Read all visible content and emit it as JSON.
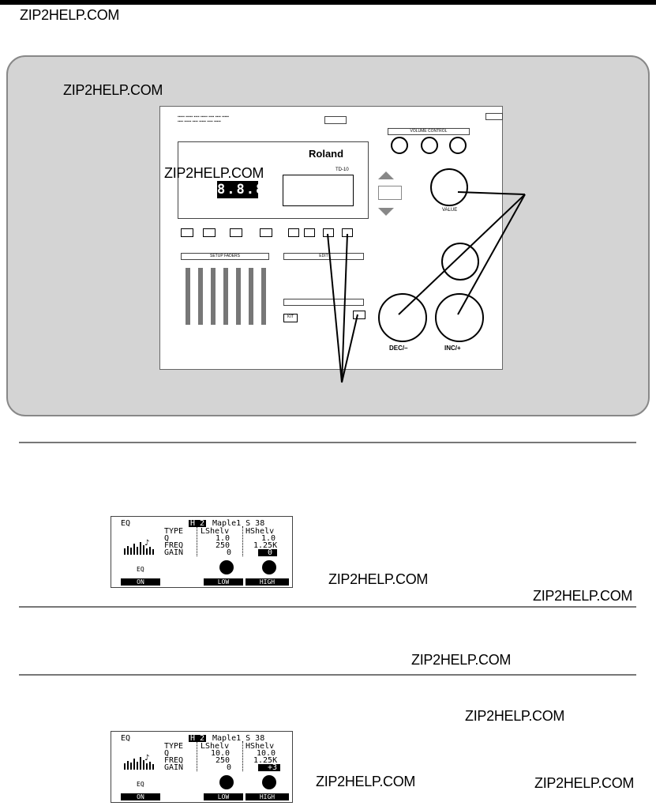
{
  "watermark": "ZIP2HELP.COM",
  "device": {
    "brand": "Roland",
    "model": "TD-10",
    "led_display": "8.8.8",
    "volume_section_label": "VOLUME CONTROL",
    "value_label": "VALUE",
    "dec_label": "DEC/–",
    "inc_label": "INC/+",
    "faders_label": "SETUP FADERS",
    "edit_label": "EDIT",
    "kit_label": "KIT"
  },
  "lcd_screens": [
    {
      "title": "EQ",
      "kit_no": "H 2",
      "kit_name": "Maple1 S 38",
      "rows": [
        {
          "label": "TYPE",
          "low": "LShelv",
          "high": "HShelv"
        },
        {
          "label": "Q",
          "low": "1.0",
          "high": "1.0"
        },
        {
          "label": "FREQ",
          "low": "250",
          "high": "1.25K"
        },
        {
          "label": "GAIN",
          "low": "0",
          "high": "0"
        }
      ],
      "graphic_label": "EQ",
      "tabs": [
        "ON",
        "LOW",
        "HIGH"
      ]
    },
    {
      "title": "EQ",
      "kit_no": "H 2",
      "kit_name": "Maple1 S 38",
      "rows": [
        {
          "label": "TYPE",
          "low": "LShelv",
          "high": "HShelv"
        },
        {
          "label": "Q",
          "low": "10.0",
          "high": "10.0"
        },
        {
          "label": "FREQ",
          "low": "250",
          "high": "1.25K"
        },
        {
          "label": "GAIN",
          "low": "0",
          "high": "+3"
        }
      ],
      "graphic_label": "EQ",
      "tabs": [
        "ON",
        "LOW",
        "HIGH"
      ]
    }
  ]
}
